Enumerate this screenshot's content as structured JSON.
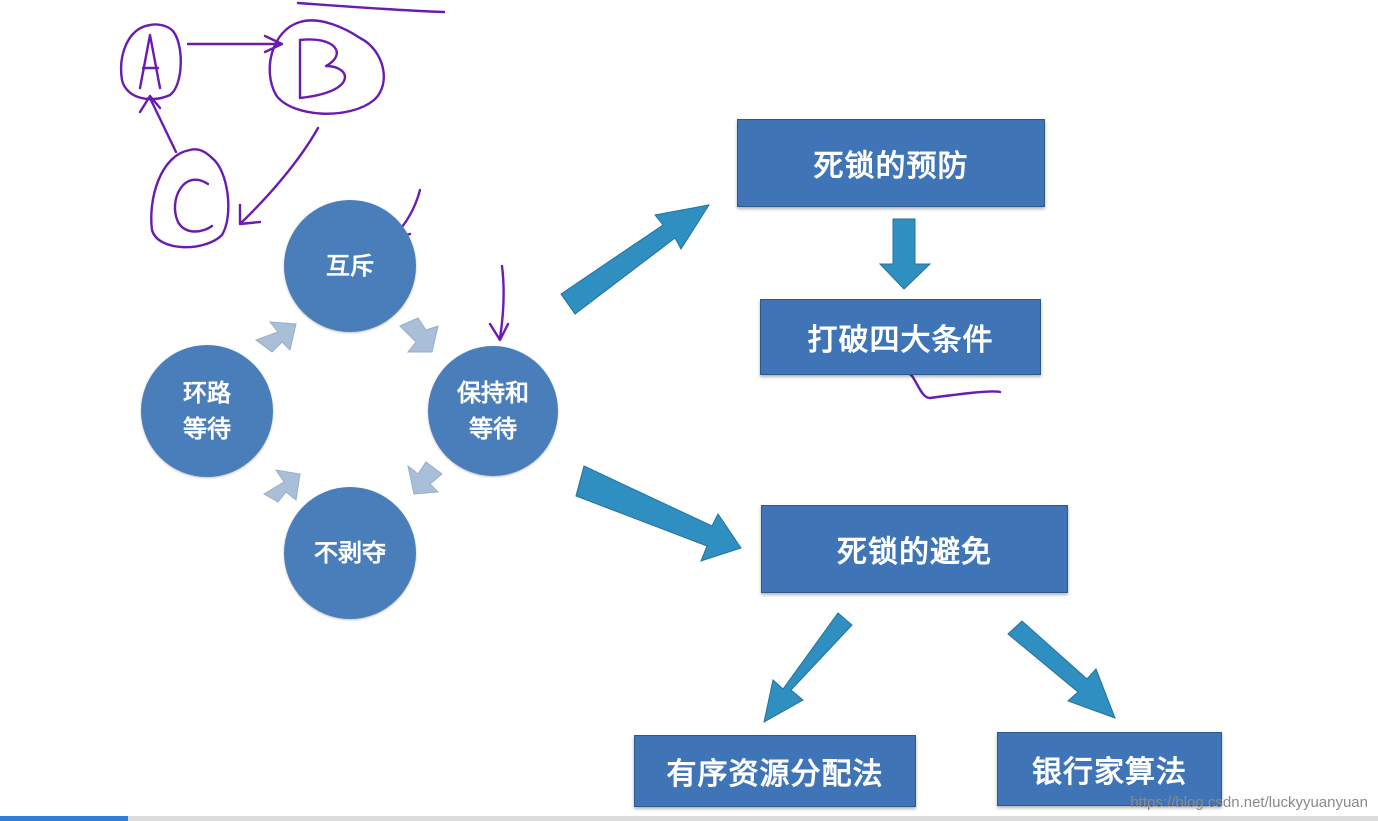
{
  "diagram": {
    "conditions": [
      {
        "label": "互斥"
      },
      {
        "label": "保持和\n等待"
      },
      {
        "label": "不剥夺"
      },
      {
        "label": "环路\n等待"
      }
    ],
    "boxes": {
      "prevention": "死锁的预防",
      "break_conditions": "打破四大条件",
      "avoidance": "死锁的避免",
      "ordered_resources": "有序资源分配法",
      "bankers_algorithm": "银行家算法"
    },
    "sketch_letters": [
      "A",
      "B",
      "C"
    ]
  },
  "watermark": "https://blog.csdn.net/luckyyuanyuan",
  "playback": {
    "progress": 0.093
  },
  "colors": {
    "node_fill": "#4a7ebb",
    "box_fill": "#3f74b6",
    "arrow_fill": "#2f8fc0",
    "cycle_arrow": "#a9bfd8",
    "ink": "#6a1bb0",
    "progress": "#2f7fd6"
  }
}
